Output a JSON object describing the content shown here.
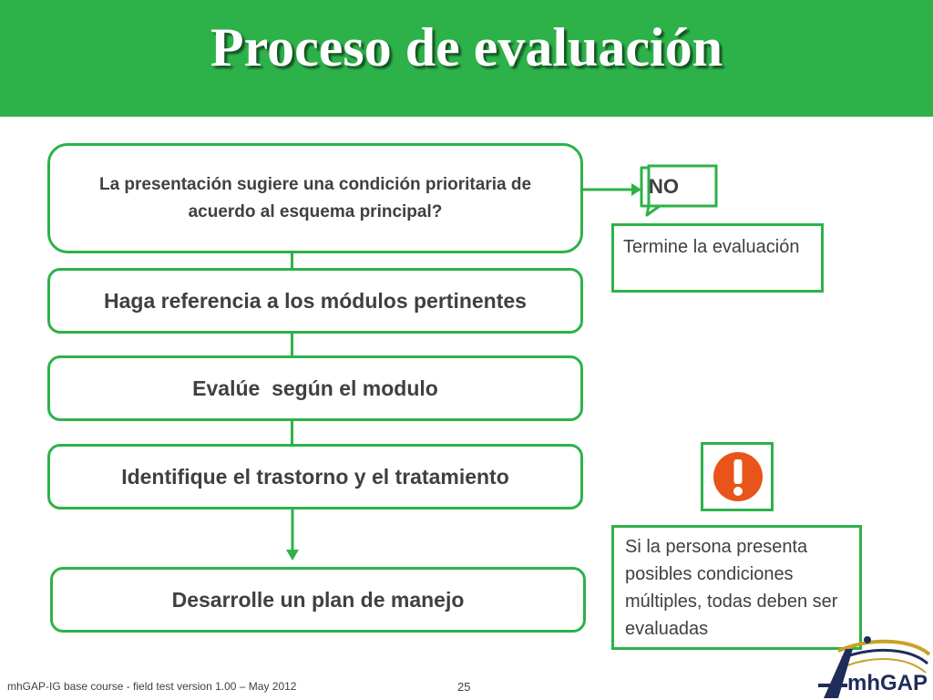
{
  "slide": {
    "title": "Proceso de evaluación"
  },
  "flow": {
    "question": "La presentación sugiere una condición prioritaria de acuerdo al esquema principal?",
    "step1": "Haga referencia a los módulos pertinentes",
    "step2": "Evalúe  según el modulo",
    "step3": "Identifique el trastorno y el tratamiento",
    "step4": "Desarrolle un plan de manejo"
  },
  "no_branch": {
    "label": "NO",
    "result": " Termine la evaluación"
  },
  "warning": {
    "icon": "exclamation-icon",
    "note": "Si la persona presenta posibles condiciones múltiples, todas deben ser evaluadas"
  },
  "footer": {
    "course": "mhGAP-IG base course -  field test version 1.00 – May 2012",
    "page_number": "25",
    "logo_text": "mhGAP"
  },
  "colors": {
    "accent": "#2db24a",
    "warning": "#e8541a",
    "text": "#404040",
    "logo_navy": "#1f2d5a",
    "logo_gold": "#c9a227"
  }
}
